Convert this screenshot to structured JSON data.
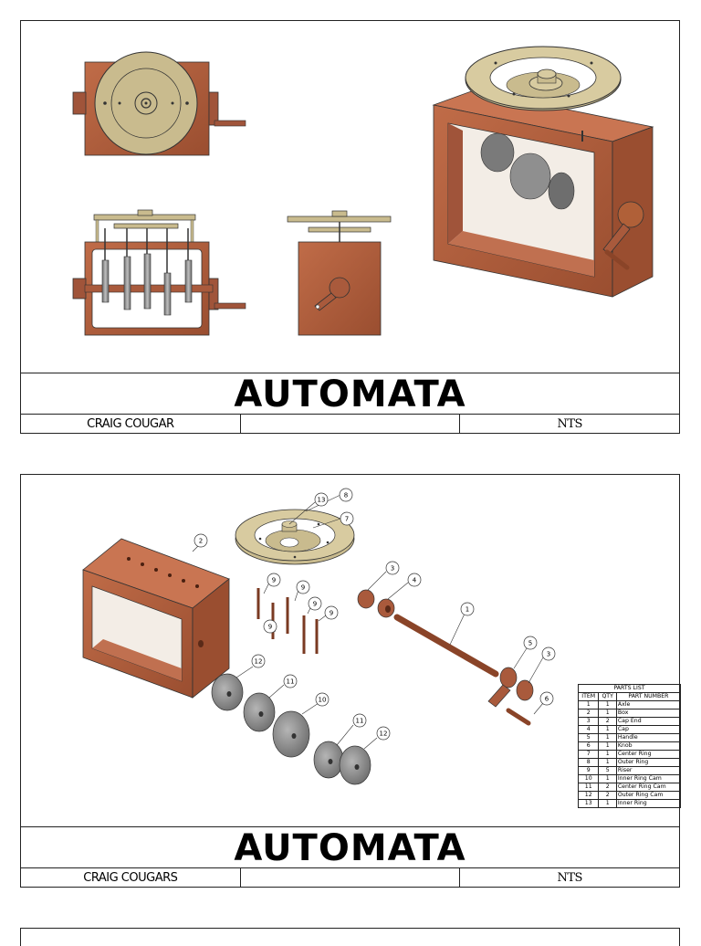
{
  "sheets": [
    {
      "title": "AUTOMATA",
      "author": "CRAIG COUGAR",
      "middle": "",
      "scale": "NTS"
    },
    {
      "title": "AUTOMATA",
      "author": "CRAIG COUGARS",
      "middle": "",
      "scale": "NTS"
    }
  ],
  "balloons": [
    "13",
    "8",
    "7",
    "2",
    "9",
    "9",
    "9",
    "9",
    "9",
    "3",
    "4",
    "1",
    "5",
    "3",
    "6",
    "12",
    "11",
    "10",
    "11",
    "12"
  ],
  "parts_list": {
    "title": "PARTS LIST",
    "headers": [
      "ITEM",
      "QTY",
      "PART NUMBER"
    ],
    "rows": [
      [
        "1",
        "1",
        "Axle"
      ],
      [
        "2",
        "1",
        "Box"
      ],
      [
        "3",
        "2",
        "Cap End"
      ],
      [
        "4",
        "1",
        "Cap"
      ],
      [
        "5",
        "1",
        "Handle"
      ],
      [
        "6",
        "1",
        "Knob"
      ],
      [
        "7",
        "1",
        "Center Ring"
      ],
      [
        "8",
        "1",
        "Outer Ring"
      ],
      [
        "9",
        "5",
        "Riser"
      ],
      [
        "10",
        "1",
        "Inner Ring Cam"
      ],
      [
        "11",
        "2",
        "Center Ring Cam"
      ],
      [
        "12",
        "2",
        "Outer Ring Cam"
      ],
      [
        "13",
        "1",
        "Inner Ring"
      ]
    ]
  },
  "colors": {
    "wood": "#b05f3f",
    "wood_dark": "#8a4428",
    "brass": "#c9bb8e",
    "cam": "#8f8f8f"
  }
}
